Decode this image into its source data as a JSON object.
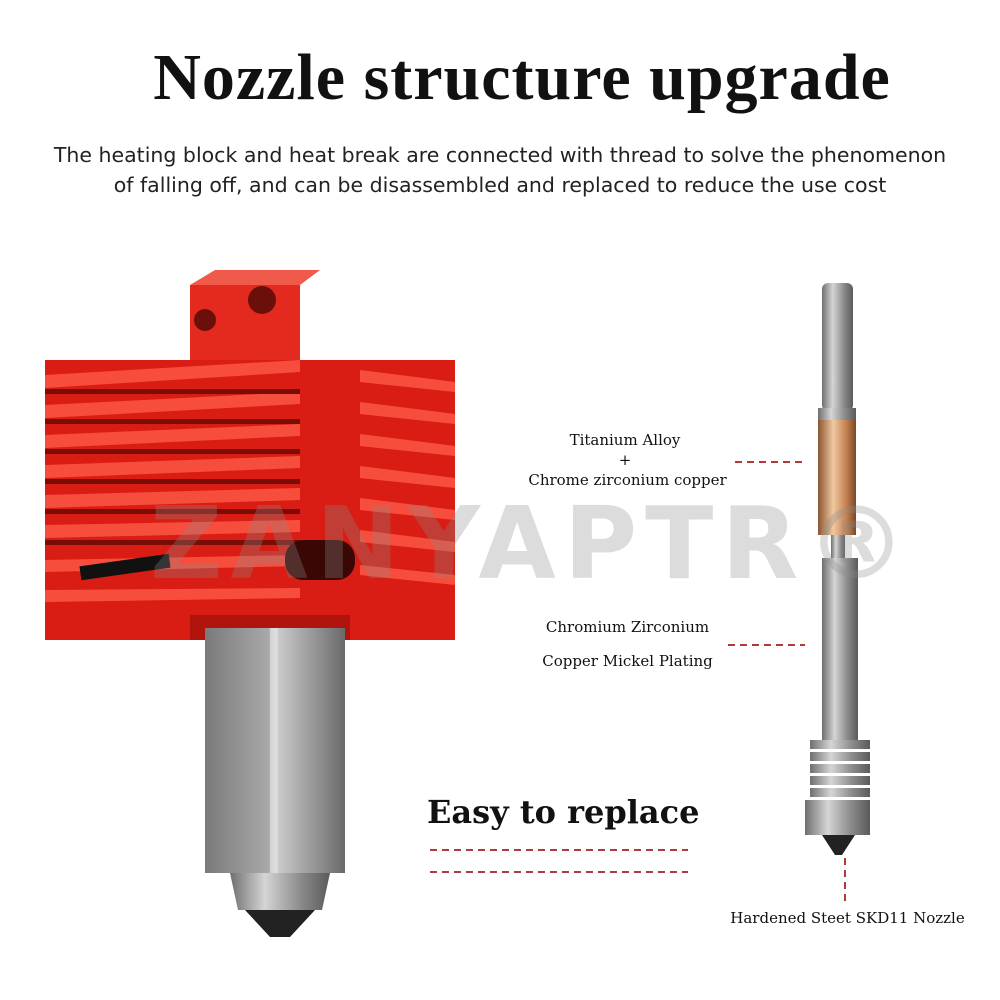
{
  "header": {
    "title": "Nozzle structure upgrade",
    "subtitle_line1": "The heating block and heat break are connected with thread to solve the phenomenon",
    "subtitle_line2": "of falling off, and can be disassembled and replaced to reduce the use cost"
  },
  "callouts": {
    "upper_line1": "Titanium Alloy",
    "upper_plus": "+",
    "upper_line2": "Chrome zirconium copper",
    "middle_line1": "Chromium Zirconium",
    "middle_line2": "Copper Mickel Plating",
    "nozzle": "Hardened Steet SKD11 Nozzle",
    "easy": "Easy to replace"
  },
  "watermark": "ZANYAPTR®",
  "colors": {
    "heatsink": "#e8231c",
    "dash": "#b03a3a",
    "copper": "#c98a5a",
    "steel": "#9a9a9a"
  }
}
